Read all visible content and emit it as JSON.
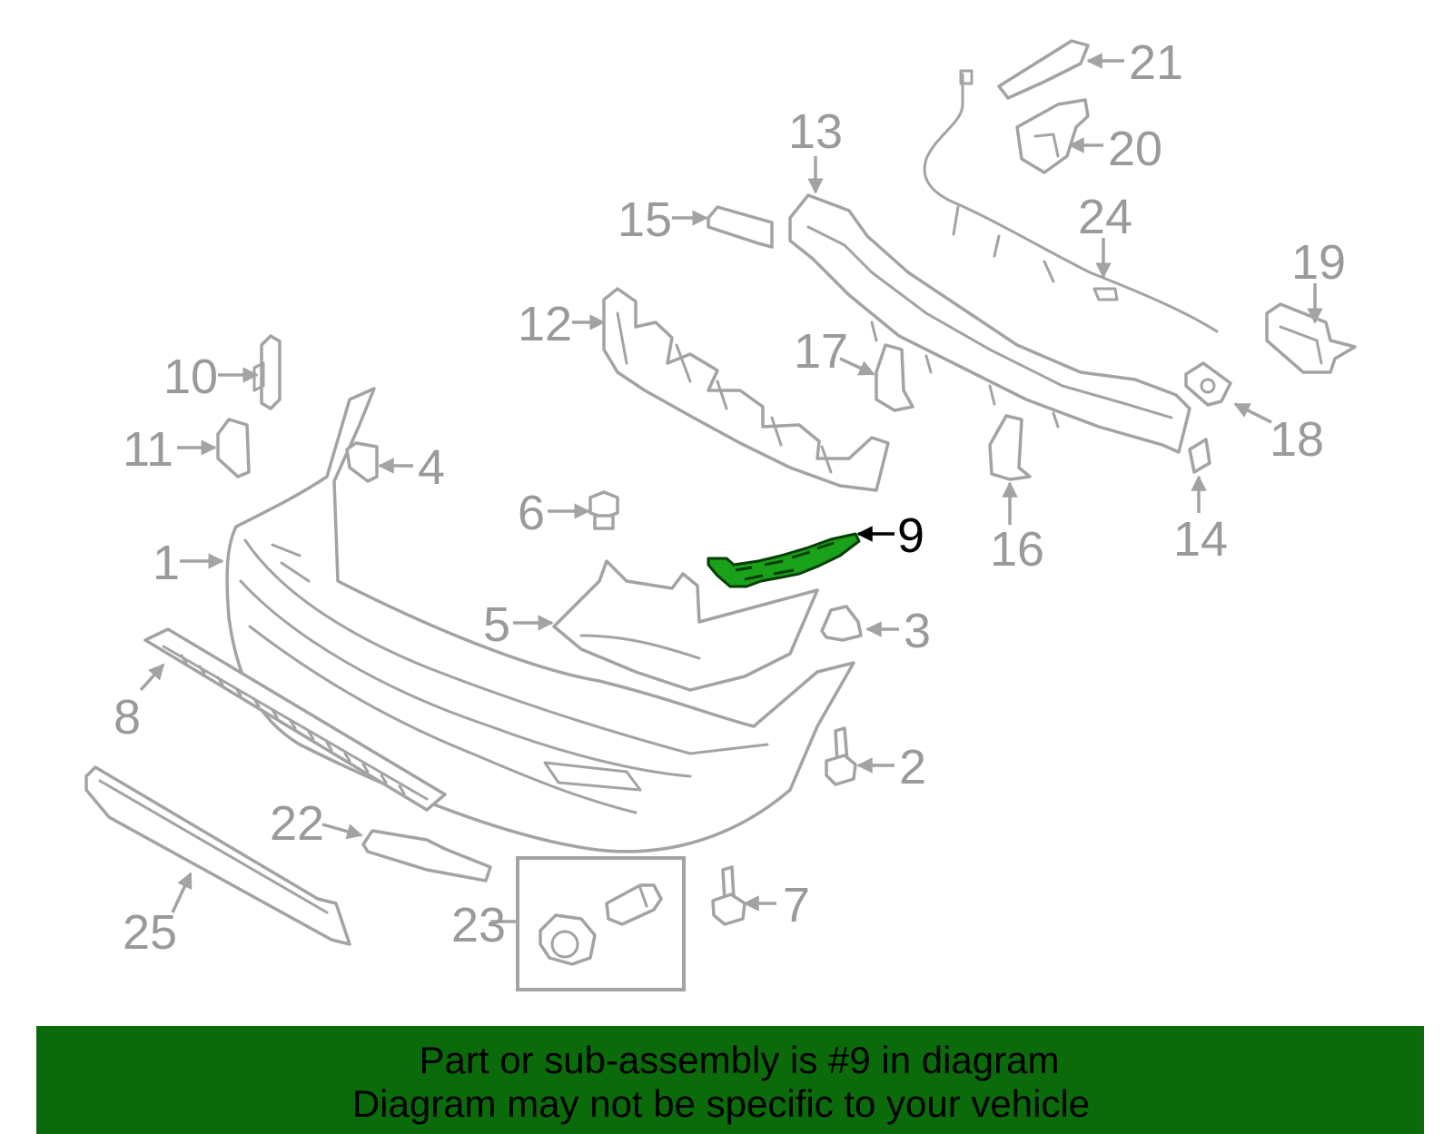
{
  "diagram": {
    "highlight_color": "#1aa11a",
    "callouts": [
      {
        "id": "1",
        "label": "1"
      },
      {
        "id": "2",
        "label": "2"
      },
      {
        "id": "3",
        "label": "3"
      },
      {
        "id": "4",
        "label": "4"
      },
      {
        "id": "5",
        "label": "5"
      },
      {
        "id": "6",
        "label": "6"
      },
      {
        "id": "7",
        "label": "7"
      },
      {
        "id": "8",
        "label": "8"
      },
      {
        "id": "9",
        "label": "9",
        "highlighted": true
      },
      {
        "id": "10",
        "label": "10"
      },
      {
        "id": "11",
        "label": "11"
      },
      {
        "id": "12",
        "label": "12"
      },
      {
        "id": "13",
        "label": "13"
      },
      {
        "id": "14",
        "label": "14"
      },
      {
        "id": "15",
        "label": "15"
      },
      {
        "id": "16",
        "label": "16"
      },
      {
        "id": "17",
        "label": "17"
      },
      {
        "id": "18",
        "label": "18"
      },
      {
        "id": "19",
        "label": "19"
      },
      {
        "id": "20",
        "label": "20"
      },
      {
        "id": "21",
        "label": "21"
      },
      {
        "id": "22",
        "label": "22"
      },
      {
        "id": "23",
        "label": "23"
      },
      {
        "id": "24",
        "label": "24"
      },
      {
        "id": "25",
        "label": "25"
      }
    ]
  },
  "banner": {
    "line1": "Part or sub-assembly is #9 in diagram",
    "line2": "Diagram may not be specific to your vehicle",
    "background": "#0b6b0b"
  }
}
